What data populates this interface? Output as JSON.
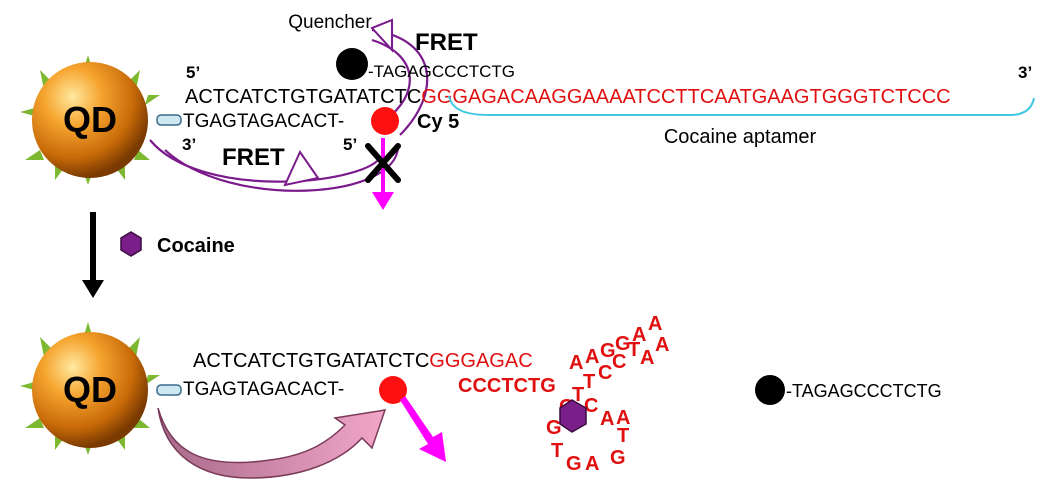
{
  "labels": {
    "qd": "QD",
    "quencher": "Quencher",
    "fret_top": "FRET",
    "fret_bottom": "FRET",
    "cy5": "Cy 5",
    "cocaine_aptamer": "Cocaine aptamer",
    "cocaine": "Cocaine",
    "five_prime_top": "5’",
    "three_prime_right": "3’",
    "three_prime_left": "3’",
    "five_prime_mid": "5’"
  },
  "sequences": {
    "quencher_strand": "-TAGAGCCCTCTG",
    "top_black": "ACTCATCTGTGATATCTC",
    "top_red": "GGGAGACAAGGAAAATCCTTCAATGAAGTGGGTCTCCC",
    "top_complement": "TGAGTAGACACT-",
    "bottom_black": "ACTCATCTGTGATATCTC",
    "bottom_red_start": "GGGAGAC",
    "bottom_complement": "TGAGTAGACACT-",
    "bottom_red_tail": "CCCTCTG",
    "free_quencher_strand": "-TAGAGCCCTCTG"
  },
  "colors": {
    "aptamer_red": "#e01010",
    "fret_purple": "#7a1a8c",
    "fret_pink": "#e88ab8",
    "emission_magenta": "#ff00ff",
    "bracket_cyan": "#40c8e0",
    "cocaine_purple": "#7a1f8a",
    "qd_orange": "#e07a10",
    "ligand_green": "#7cb830"
  }
}
